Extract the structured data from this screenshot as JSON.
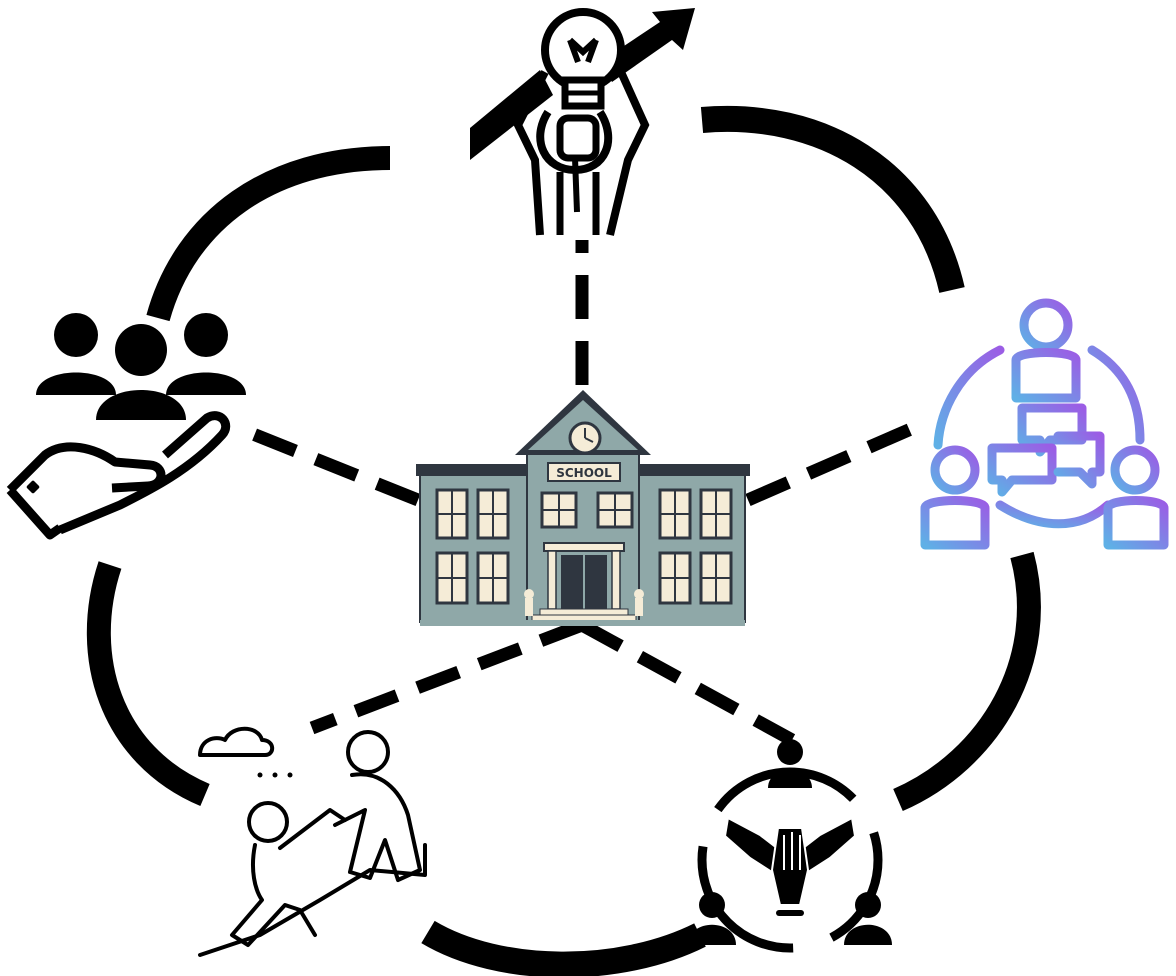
{
  "diagram": {
    "center": {
      "label": "SCHOOL",
      "icon": "school-building-icon"
    },
    "nodes": [
      {
        "id": "growth",
        "icon": "lightbulb-person-arrow-icon"
      },
      {
        "id": "community-care",
        "icon": "hand-holding-people-icon"
      },
      {
        "id": "communication",
        "icon": "people-conversation-icon"
      },
      {
        "id": "teamwork",
        "icon": "hands-together-circle-icon"
      },
      {
        "id": "mentoring",
        "icon": "helping-climb-icon"
      }
    ]
  },
  "colors": {
    "ink": "#000000",
    "building_wall": "#8fa8a8",
    "building_roof": "#2f3640",
    "building_trim": "#f5ecd7",
    "gradient_start": "#5fb0e6",
    "gradient_end": "#9b5de5"
  }
}
